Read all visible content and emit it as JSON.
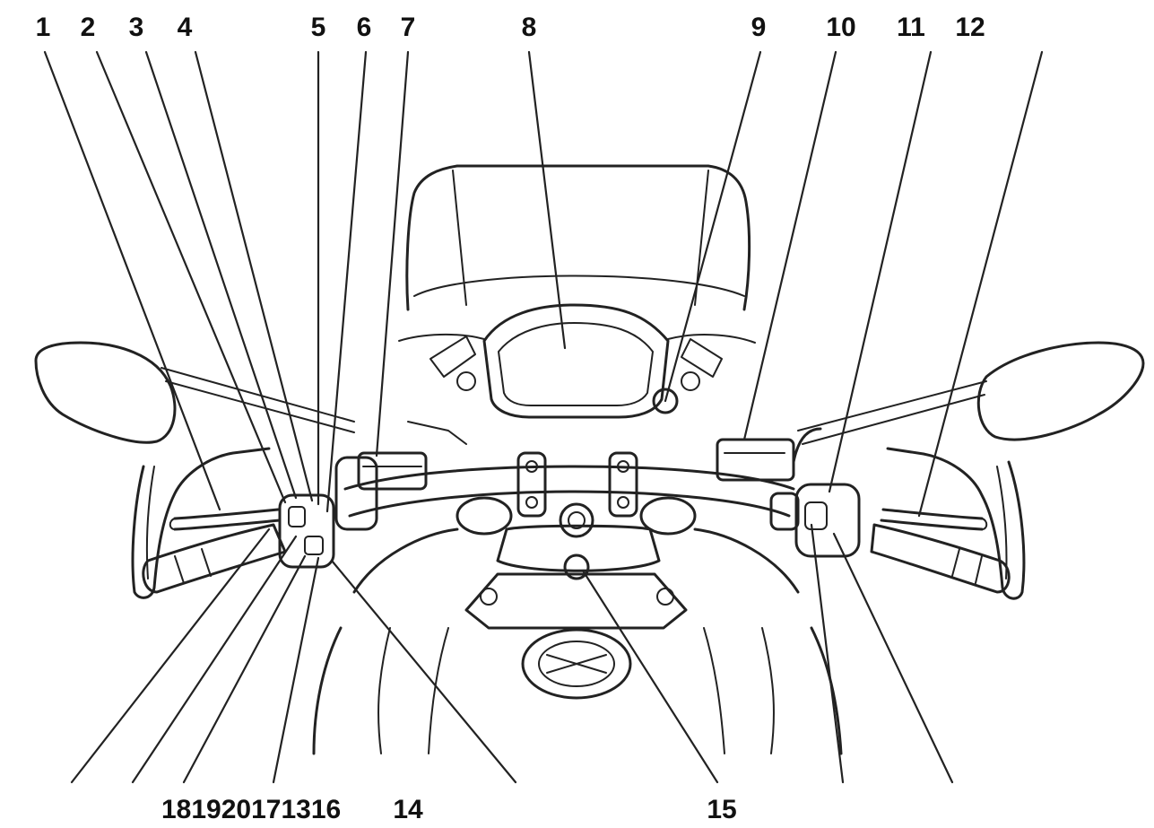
{
  "callouts_top": [
    {
      "id": "c1",
      "label": "1"
    },
    {
      "id": "c2",
      "label": "2"
    },
    {
      "id": "c3",
      "label": "3"
    },
    {
      "id": "c4",
      "label": "4"
    },
    {
      "id": "c5",
      "label": "5"
    },
    {
      "id": "c6",
      "label": "6"
    },
    {
      "id": "c7",
      "label": "7"
    },
    {
      "id": "c8",
      "label": "8"
    },
    {
      "id": "c9",
      "label": "9"
    },
    {
      "id": "c10",
      "label": "10"
    },
    {
      "id": "c11",
      "label": "11"
    },
    {
      "id": "c12",
      "label": "12"
    }
  ],
  "callouts_bottom": {
    "group_left": "181920171316",
    "c14": "14",
    "c15": "15"
  }
}
